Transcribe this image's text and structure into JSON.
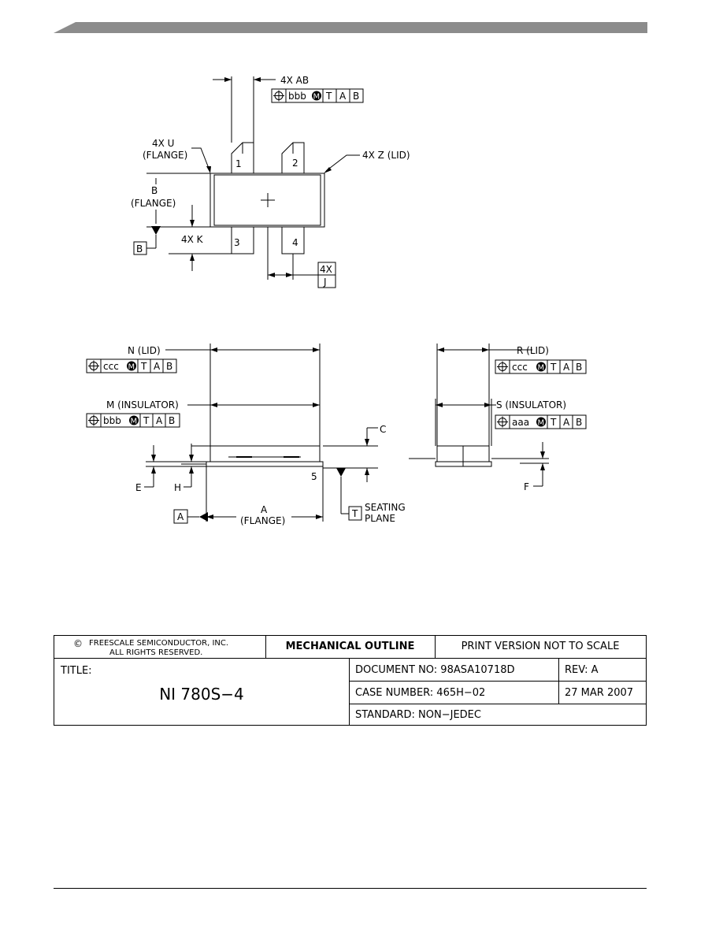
{
  "top_view": {
    "ab_label": "4X AB",
    "ab_frame": [
      "bbb",
      "T",
      "A",
      "B"
    ],
    "u_label": "4X U",
    "u_sub": "(FLANGE)",
    "z_label": "4X Z (LID)",
    "b_label": "B",
    "b_sub": "(FLANGE)",
    "b_datum": "B",
    "k_label": "4X K",
    "j_label_1": "4X",
    "j_label_2": "J",
    "pins": [
      "1",
      "2",
      "3",
      "4"
    ]
  },
  "side_view": {
    "n_label": "N (LID)",
    "n_frame": [
      "ccc",
      "T",
      "A",
      "B"
    ],
    "m_label": "M (INSULATOR)",
    "m_frame": [
      "bbb",
      "T",
      "A",
      "B"
    ],
    "c_label": "C",
    "e_label": "E",
    "h_label": "H",
    "pin5_label": "5",
    "a_label": "A",
    "a_sub": "(FLANGE)",
    "a_datum": "A",
    "t_datum": "T",
    "seating_1": "SEATING",
    "seating_2": "PLANE"
  },
  "end_view": {
    "r_label": "R (LID)",
    "r_frame": [
      "ccc",
      "T",
      "A",
      "B"
    ],
    "s_label": "S (INSULATOR)",
    "s_frame": [
      "aaa",
      "T",
      "A",
      "B"
    ],
    "f_label": "F"
  },
  "title_block": {
    "copyright_line1": "FREESCALE SEMICONDUCTOR, INC.",
    "copyright_line2": "ALL RIGHTS RESERVED.",
    "mechanical_outline": "MECHANICAL OUTLINE",
    "print_version": "PRINT VERSION NOT TO SCALE",
    "title_label": "TITLE:",
    "title_value": "NI 780S−4",
    "document_no": "DOCUMENT NO: 98ASA10718D",
    "rev": "REV: A",
    "case_number": "CASE NUMBER: 465H−02",
    "date": "27 MAR 2007",
    "standard": "STANDARD: NON−JEDEC"
  }
}
